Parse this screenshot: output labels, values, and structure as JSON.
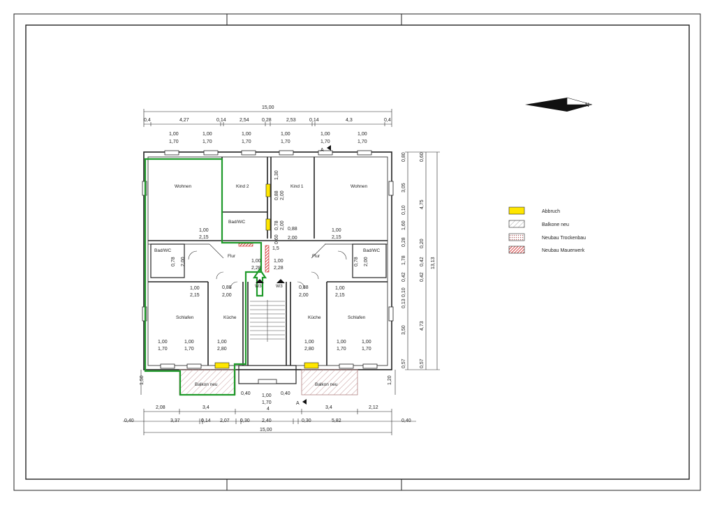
{
  "rooms": {
    "wohnen_left": "Wohnen",
    "kind2": "Kind 2",
    "kind1": "Kind 1",
    "wohnen_right": "Wohnen",
    "badwc_center": "Bad/WC",
    "badwc_left": "Bad/WC",
    "badwc_right": "Bad/WC",
    "flur_left": "Flur",
    "flur_right": "Flur",
    "schlafen_left": "Schlafen",
    "kueche_left": "Küche",
    "kueche_right": "Küche",
    "schlafen_right": "Schlafen",
    "balkon_left": "Balkon neu",
    "balkon_right": "Balkon neu",
    "w3_left": "W3",
    "w3_right": "W3"
  },
  "section_marks": {
    "top": "A",
    "bottom": "A"
  },
  "north_label": "N",
  "legend": [
    {
      "label": "Abbruch",
      "color": "#ffe600",
      "kind": "solid"
    },
    {
      "label": "Balkone neu",
      "color": "#b0b0b0",
      "kind": "hatch"
    },
    {
      "label": "Neubau Trockenbau",
      "color": "#d08a8a",
      "kind": "dots"
    },
    {
      "label": "Neubau Mauerwerk",
      "color": "#cc1111",
      "kind": "hatch-red"
    }
  ],
  "colors": {
    "line": "#222222",
    "green": "#1f9a2a",
    "red": "#cc1111",
    "yellow": "#ffe600"
  },
  "dims": {
    "top_total": "15,00",
    "top_chain": [
      "0,4",
      "4,27",
      "0,14",
      "2,54",
      "0,28",
      "2,53",
      "0,14",
      "4,3",
      "0,4"
    ],
    "windows_top": [
      [
        "1,00",
        "1,70"
      ],
      [
        "1,00",
        "1,70"
      ],
      [
        "1,00",
        "1,70"
      ],
      [
        "1,00",
        "1,70"
      ],
      [
        "1,00",
        "1,70"
      ],
      [
        "1,00",
        "1,70"
      ]
    ],
    "bottom_row1": [
      "2,08",
      "3,4",
      "1,00",
      "1,70",
      "4",
      "3,4",
      "2,12"
    ],
    "bottom_row2": [
      "0,40",
      "3,37",
      "0,14",
      "2,07",
      "0,30",
      "2,40",
      "0,30",
      "5,82",
      "0,40"
    ],
    "bottom_total": "15,00",
    "balcony_depth_left": "1,50",
    "balcony_depth_right": "1,20",
    "right_chain": [
      "0,80",
      "3,05",
      "0,10",
      "1,60",
      "0,28",
      "1,78",
      "0,42",
      "0,10",
      "0,13",
      "3,50",
      "0,57"
    ],
    "right_chain2": [
      "0,60",
      "4,75",
      "0,20",
      "0,42",
      "0,42",
      "4,73",
      "0,57"
    ],
    "right_total": "13,13",
    "interior": {
      "wohnen_left_win": [
        "1,00",
        "2,15"
      ],
      "wohnen_right_win": [
        "1,00",
        "2,15"
      ],
      "kind2_door": [
        "0,88",
        "2,00"
      ],
      "kind1_door": [
        "0,88",
        "2,00"
      ],
      "center_vert": "1,30",
      "badwc_center_door": [
        "0,78",
        "2,00"
      ],
      "kind1_door2": [
        "0,88",
        "2,00"
      ],
      "center_stair_door": "0,60",
      "badwc_left_door": [
        "0,78",
        "2,00"
      ],
      "badwc_right_door": [
        "0,78",
        "2,00"
      ],
      "entry_left": [
        "1,00",
        "2,28"
      ],
      "entry_right": [
        "1,00",
        "2,28"
      ],
      "small_15": "1,5",
      "schlafen_left_door": [
        "1,00",
        "2,15"
      ],
      "schlafen_right_door": [
        "1,00",
        "2,15"
      ],
      "kueche_left_door": [
        "0,88",
        "2,00"
      ],
      "kueche_right_door": [
        "0,88",
        "2,00"
      ],
      "schlafen_left_win": [
        [
          "1,00",
          "1,70"
        ],
        [
          "1,00",
          "1,70"
        ]
      ],
      "kueche_left_win": [
        "1,00",
        "2,80"
      ],
      "kueche_right_win": [
        "1,00",
        "2,80"
      ],
      "schlafen_right_win": [
        [
          "1,00",
          "1,70"
        ],
        [
          "1,00",
          "1,70"
        ]
      ],
      "stair_bottom_left": "0,40",
      "stair_bottom_right": "0,40",
      "stair_bottom_win": [
        "1,00",
        "1,70"
      ]
    }
  }
}
